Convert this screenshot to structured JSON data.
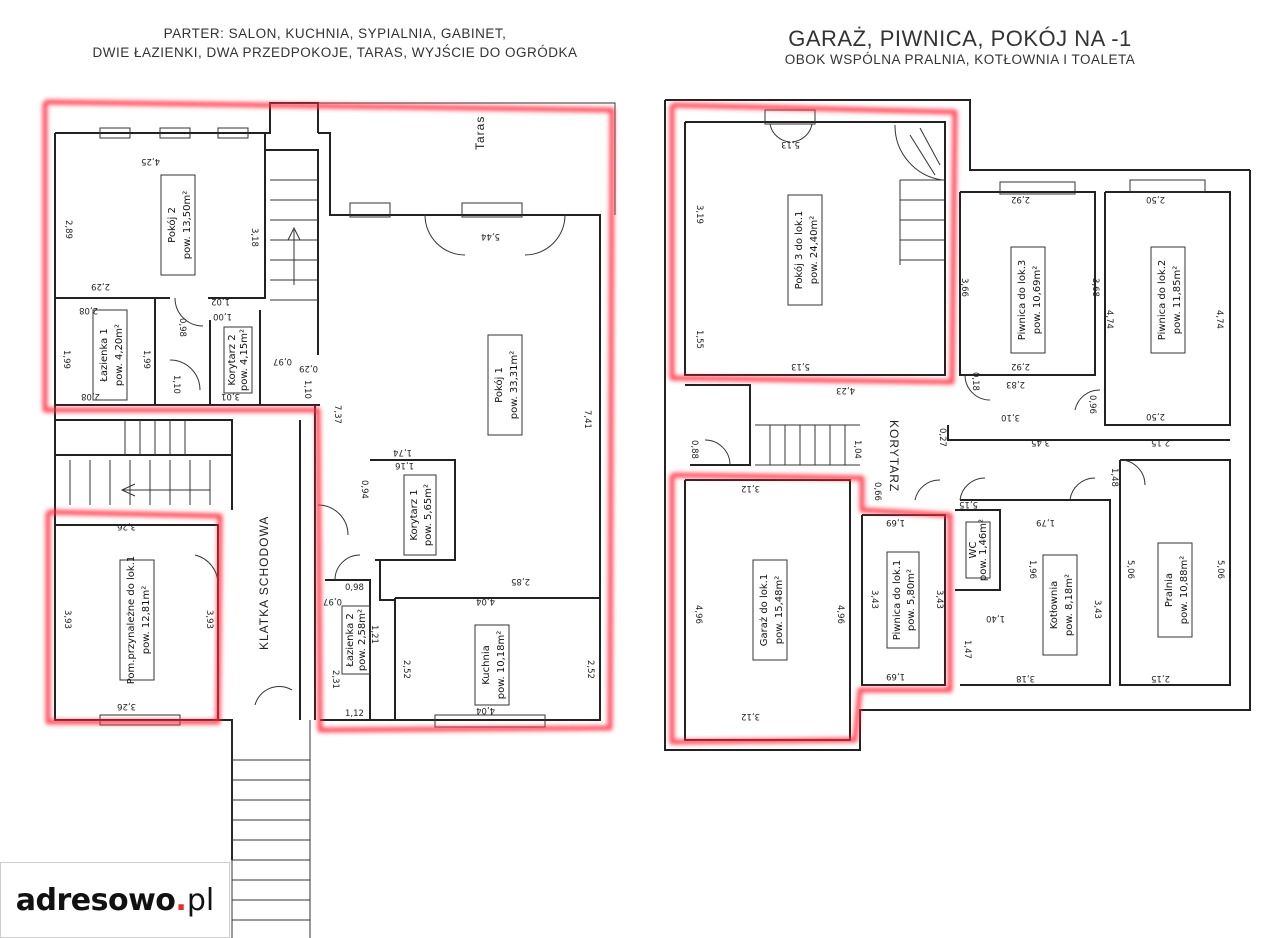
{
  "left_plan": {
    "title_line1": "PARTER: SALON, KUCHNIA, SYPIALNIA, GABINET,",
    "title_line2": "DWIE ŁAZIENKI, DWA PRZEDPOKOJE, TARAS, WYJŚCIE DO OGRÓDKA",
    "terrace_label": "Taras",
    "stair_label": "KLATKA SCHODOWA",
    "rooms": {
      "pokoj2": [
        "Pokój 2",
        "pow. 13,50m²"
      ],
      "lazienka1": [
        "Łazienka 1",
        "pow. 4,20m²"
      ],
      "korytarz2": [
        "Korytarz 2",
        "pow. 4,15m²"
      ],
      "pokoj1": [
        "Pokój 1",
        "pow. 33,31m²"
      ],
      "korytarz1": [
        "Korytarz 1",
        "pow. 5,65m²"
      ],
      "lazienka2": [
        "Łazienka 2",
        "pow. 2,58m²"
      ],
      "kuchnia": [
        "Kuchnia",
        "pow. 10,18m²"
      ],
      "pomprzyn": [
        "Pom.przynależne do lok.1",
        "pow. 12,81m²"
      ]
    },
    "dims": {
      "d1": "4,25",
      "d2": "2,89",
      "d3": "3,18",
      "d4": "2,29",
      "d5": "1,02",
      "d6": "1,00",
      "d7": "2,08",
      "d8": "1,99",
      "d9": "1,99",
      "d10": "0,98",
      "d11": "2,08",
      "d12": "3,01",
      "d13": "5,44",
      "d14": "7,41",
      "d15": "7,37",
      "d16": "1,74",
      "d17": "1,16",
      "d18": "0,94",
      "d19": "2,85",
      "d20": "4,04",
      "d21": "4,04",
      "d22": "2,52",
      "d23": "2,52",
      "d24": "3,26",
      "d25": "3,93",
      "d26": "3,93",
      "d27": "3,26",
      "d28": "1,12",
      "d29": "2,31",
      "d30": "1,21",
      "d31": "0,97",
      "d32": "0,98",
      "d33": "1,10",
      "d34": "0,97",
      "d35": "0,29",
      "d36": "1,10"
    }
  },
  "right_plan": {
    "title_line1": "GARAŻ, PIWNICA, POKÓJ NA -1",
    "title_line2": "OBOK WSPÓLNA PRALNIA, KOTŁOWNIA I TOALETA",
    "corridor_label": "KORYTARZ",
    "rooms": {
      "pokoj3": [
        "Pokój 3 do lok.1",
        "pow. 24,40m²"
      ],
      "piwnica3": [
        "Piwnica do lok.3",
        "pow. 10,69m²"
      ],
      "piwnica2": [
        "Piwnica do lok.2",
        "pow. 11,85m²"
      ],
      "garaz": [
        "Garaż do lok.1",
        "pow. 15,48m²"
      ],
      "piwnica1": [
        "Piwnica do lok.1",
        "pow. 5,80m²"
      ],
      "wc": [
        "WC",
        "pow. 1,46m²"
      ],
      "kotlownia": [
        "Kotłownia",
        "pow. 8,18m²"
      ],
      "pralnia": [
        "Pralnia",
        "pow. 10,88m²"
      ]
    },
    "dims": {
      "e1": "5,13",
      "e2": "3,19",
      "e3": "1,55",
      "e4": "5,13",
      "e5": "2,92",
      "e6": "3,66",
      "e7": "3,68",
      "e8": "2,92",
      "e9": "2,50",
      "e10": "4,74",
      "e11": "4,74",
      "e12": "2,50",
      "e13": "4,23",
      "e14": "2,83",
      "e15": "3,10",
      "e16": "3,45",
      "e17": "2,15",
      "e18": "3,12",
      "e19": "4,96",
      "e20": "4,96",
      "e21": "3,12",
      "e22": "1,69",
      "e23": "3,43",
      "e24": "3,43",
      "e25": "1,69",
      "e26": "5,15",
      "e27": "1,79",
      "e28": "1,96",
      "e29": "3,43",
      "e30": "1,40",
      "e31": "3,18",
      "e32": "5,06",
      "e33": "5,06",
      "e34": "2,15",
      "e35": "1,04",
      "e36": "0,88",
      "e37": "1,48",
      "e38": "0,18",
      "e39": "0,96",
      "e40": "0,27",
      "e41": "1,47",
      "e42": "0,66"
    }
  },
  "logo": {
    "part1": "adresowo",
    "dot": ".",
    "part2": "pl"
  },
  "colors": {
    "highlight": "#ff2d3f",
    "logo_accent": "#e0302b"
  }
}
